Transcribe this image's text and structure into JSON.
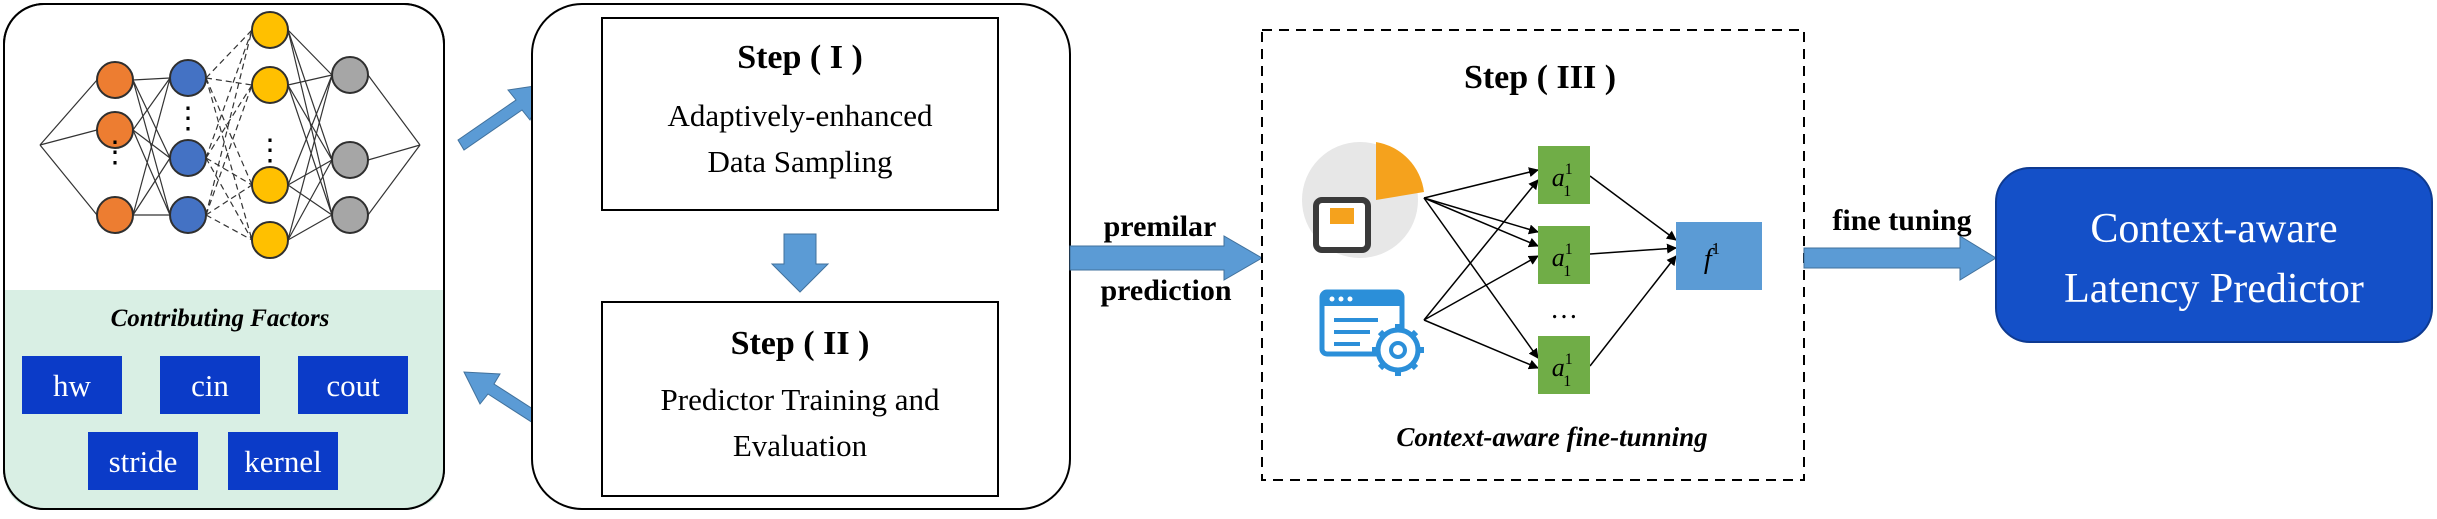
{
  "colors": {
    "node_orange": "#ED7D31",
    "node_blue": "#4472C4",
    "node_yellow": "#FFC000",
    "node_gray": "#A6A6A6",
    "factor_panel": "#D9EFE4",
    "factor_box": "#0B3BC8",
    "arrow": "#5B9BD5",
    "green_node": "#70AD47",
    "f_node": "#5B9BD5",
    "predictor": "#1450C8"
  },
  "factors": {
    "title": "Contributing Factors",
    "items": [
      "hw",
      "cin",
      "cout",
      "stride",
      "kernel"
    ]
  },
  "steps": {
    "step1_title": "Step ( I )",
    "step1_line1": "Adaptively-enhanced",
    "step1_line2": "Data Sampling",
    "step2_title": "Step ( II )",
    "step2_line1": "Predictor Training and",
    "step2_line2": "Evaluation",
    "step3_title": "Step ( III )"
  },
  "flow": {
    "premilar": "premilar",
    "prediction": "prediction",
    "fine_tuning": "fine tuning"
  },
  "finetune": {
    "a_base": "a",
    "a_sup": "1",
    "a_sub": "1",
    "f_base": "f",
    "f_sup": "1",
    "dots": "…",
    "caption": "Context-aware fine-tunning"
  },
  "predictor": {
    "line1": "Context-aware",
    "line2": "Latency Predictor"
  },
  "network": {
    "vdots": "⋮"
  }
}
